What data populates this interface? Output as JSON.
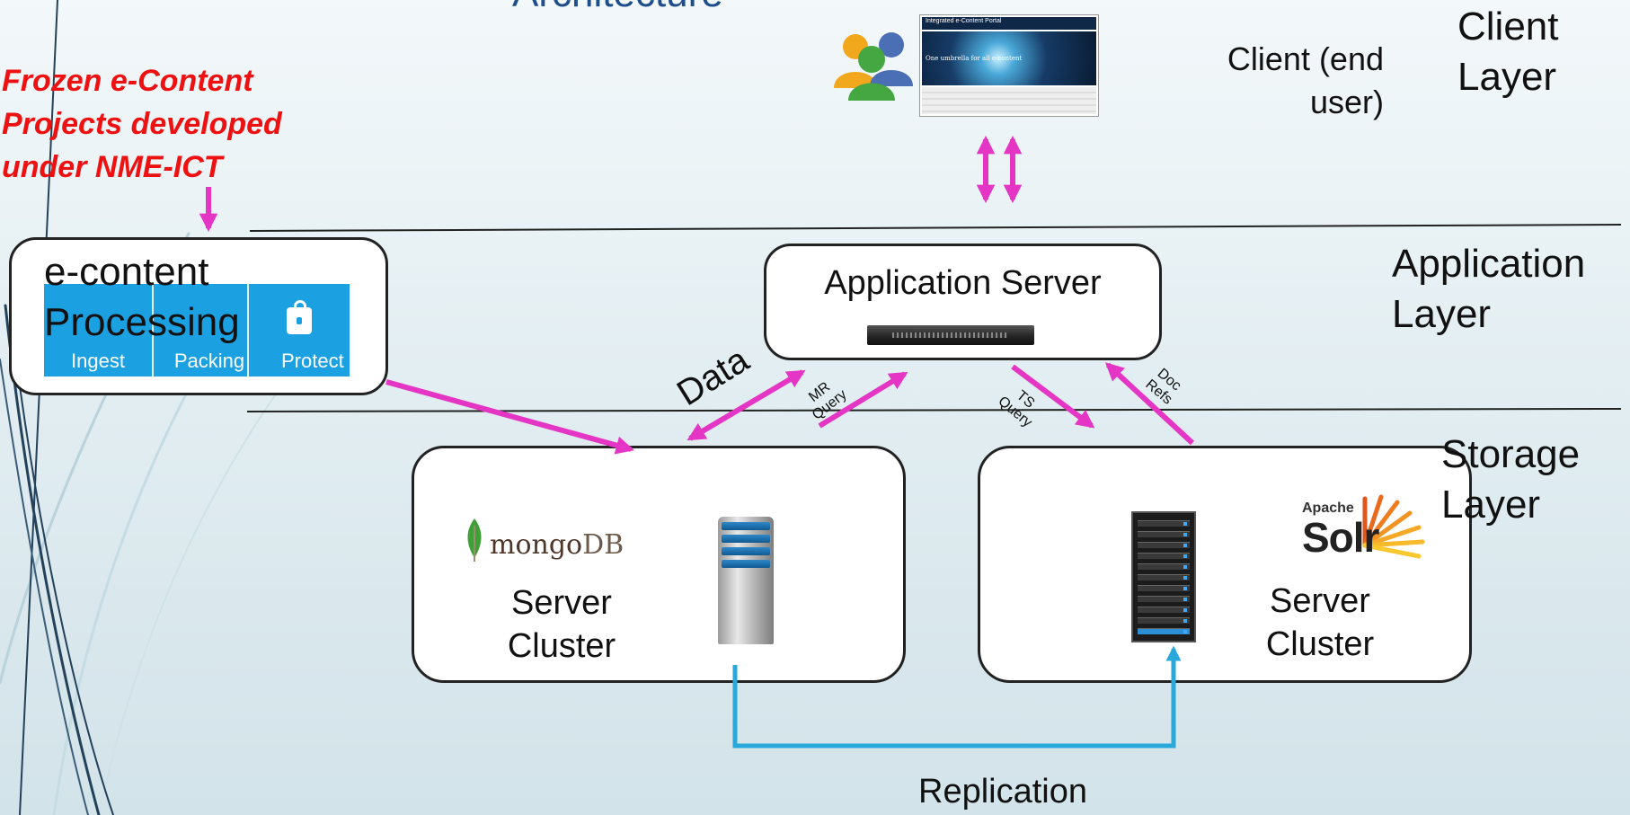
{
  "title_fragment": "Architecture",
  "note": "Frozen e-Content Projects developed under NME-ICT",
  "layers": {
    "client": "Client Layer",
    "application": "Application Layer",
    "storage": "Storage Layer"
  },
  "client_end_user": "Client (end user)",
  "portal": {
    "header": "Integrated e-Content Portal",
    "tagline": "One umbrella for all e-content"
  },
  "econtent": {
    "title": "e-content Processing",
    "steps": [
      "Ingest",
      "Packing",
      "Protect"
    ]
  },
  "app_server": {
    "title": "Application Server"
  },
  "mongo": {
    "logo": "mongoDB",
    "label": "Server Cluster"
  },
  "solr": {
    "logo_small": "Apache",
    "logo_big": "Solr",
    "label": "Server Cluster"
  },
  "arrows": {
    "data": "Data",
    "mr_query": "MR Query",
    "ts_query": "TS Query",
    "doc_refs": "Doc Refs",
    "replication": "Replication"
  },
  "colors": {
    "arrow_magenta": "#e535c4",
    "replication_blue": "#29a8dc",
    "note_red": "#ee1111",
    "title_blue": "#1f4e8c"
  }
}
